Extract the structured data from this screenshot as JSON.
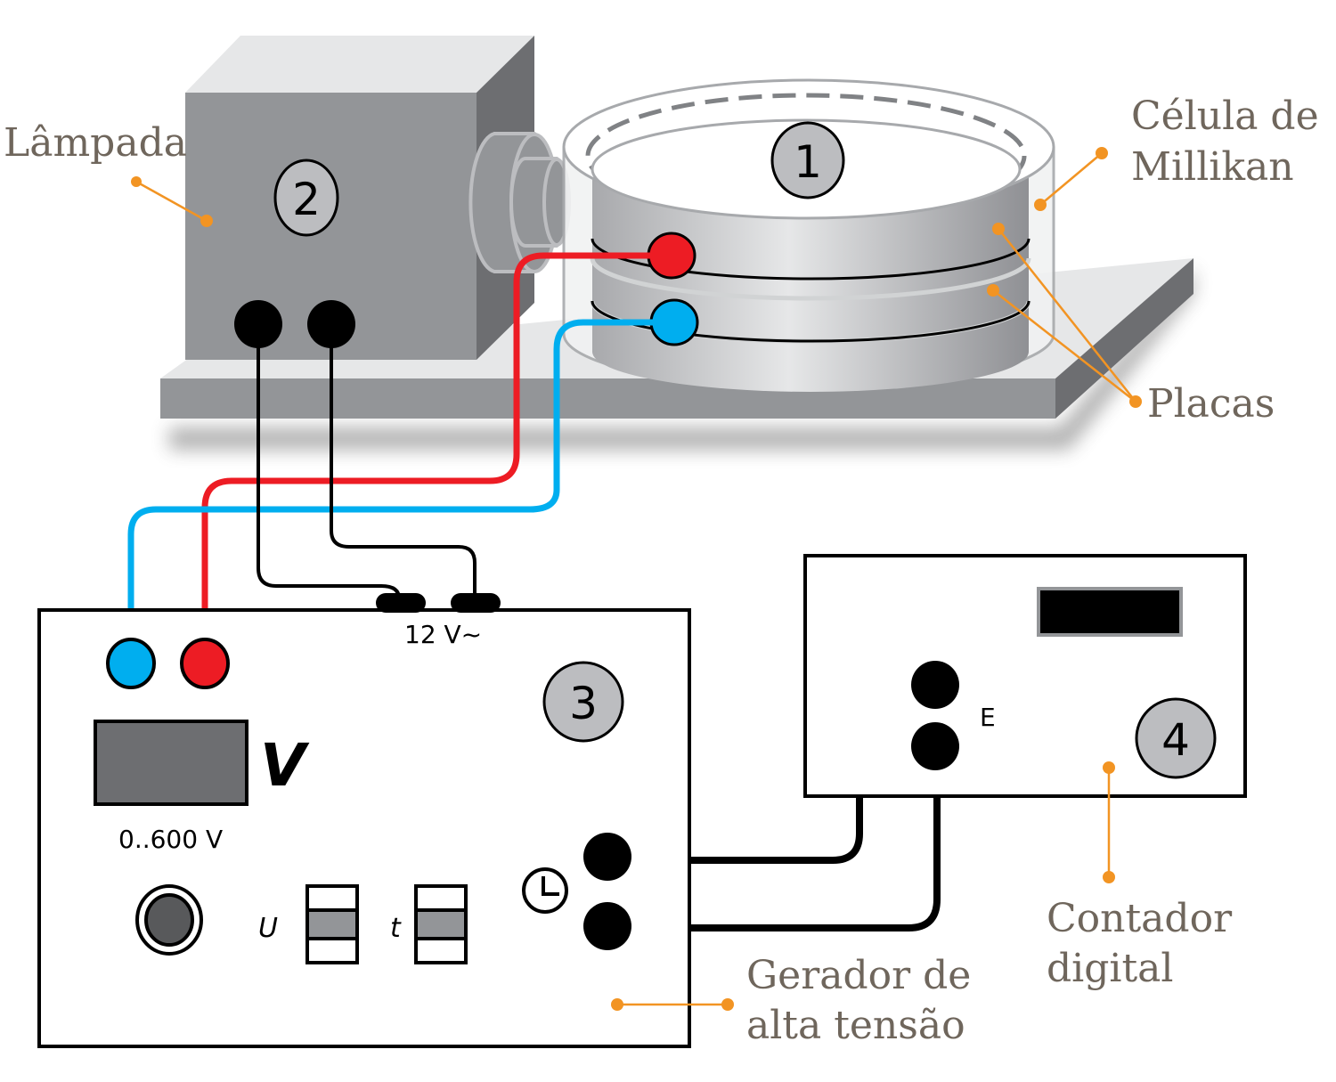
{
  "labels": {
    "lampada": "Lâmpada",
    "celula_line1": "Célula de",
    "celula_line2": "Millikan",
    "placas": "Placas",
    "gerador_line1": "Gerador de",
    "gerador_line2": "alta tensão",
    "contador_line1": "Contador",
    "contador_line2": "digital"
  },
  "badges": {
    "cell": "1",
    "lamp": "2",
    "generator": "3",
    "counter": "4"
  },
  "generator_panel": {
    "supply_label": "12 V~",
    "voltmeter_unit": "V",
    "voltmeter_range": "0..600 V",
    "switch_u_label": "U",
    "switch_t_label": "t"
  },
  "counter_panel": {
    "input_label": "E"
  },
  "colors": {
    "annotation": "#f29423",
    "label_text": "#6f665c",
    "wire_red": "#ed1c24",
    "wire_blue": "#00aeef",
    "badge_fill": "#bcbdc0"
  }
}
